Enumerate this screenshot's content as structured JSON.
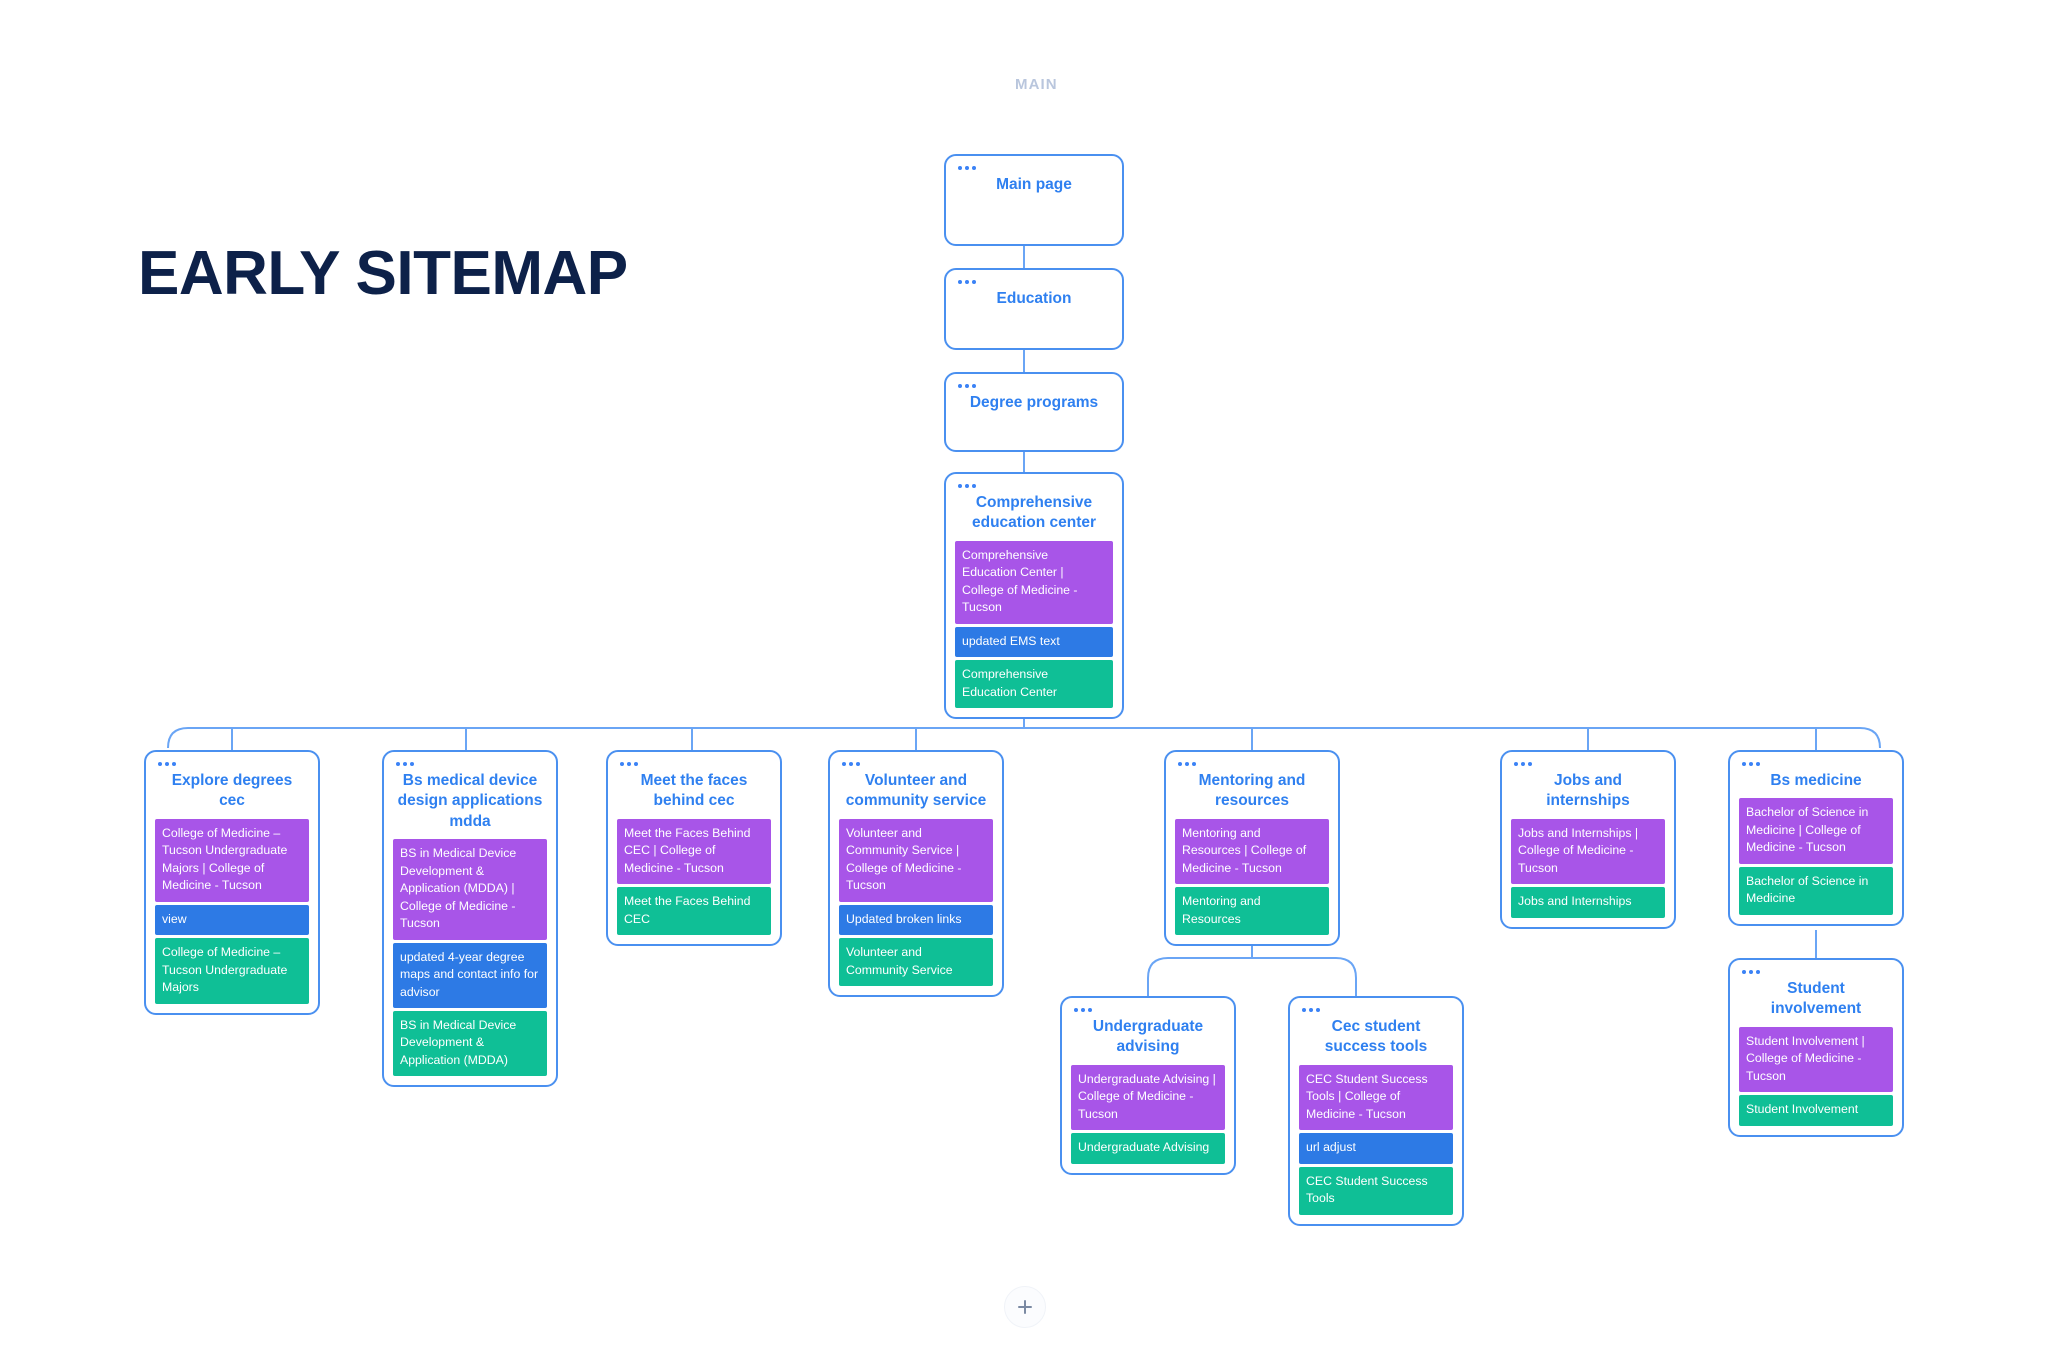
{
  "section_label": "MAIN",
  "page_title": "EARLY SITEMAP",
  "colors": {
    "node_border": "#4a90f0",
    "node_title": "#2f80f0",
    "purple": "#a855e8",
    "blue": "#2d7ae5",
    "green": "#0fbf96",
    "title": "#0d2149",
    "section_label": "#b9c6dd"
  },
  "add_button": {
    "label": "+"
  },
  "nodes": {
    "main_page": {
      "title": "Main page",
      "sections": []
    },
    "education": {
      "title": "Education",
      "sections": []
    },
    "degree": {
      "title": "Degree programs",
      "sections": []
    },
    "cec": {
      "title": "Comprehensive education center",
      "sections": [
        {
          "color": "purple",
          "text": "Comprehensive Education Center | College of Medicine - Tucson"
        },
        {
          "color": "blue",
          "text": "updated EMS text"
        },
        {
          "color": "green",
          "text": "Comprehensive Education Center"
        }
      ]
    },
    "explore_degrees": {
      "title": "Explore degrees cec",
      "sections": [
        {
          "color": "purple",
          "text": "College of Medicine – Tucson Undergraduate Majors | College of Medicine - Tucson"
        },
        {
          "color": "blue",
          "text": "view"
        },
        {
          "color": "green",
          "text": "College of Medicine – Tucson Undergraduate Majors"
        }
      ]
    },
    "mdda": {
      "title": "Bs medical device design applications mdda",
      "sections": [
        {
          "color": "purple",
          "text": "BS in Medical Device Development & Application (MDDA) | College of Medicine - Tucson"
        },
        {
          "color": "blue",
          "text": "updated 4-year degree maps and contact info for advisor"
        },
        {
          "color": "green",
          "text": "BS in Medical Device Development & Application (MDDA)"
        }
      ]
    },
    "faces": {
      "title": "Meet the faces behind cec",
      "sections": [
        {
          "color": "purple",
          "text": "Meet the Faces Behind CEC | College of Medicine - Tucson"
        },
        {
          "color": "green",
          "text": "Meet the Faces Behind CEC"
        }
      ]
    },
    "volunteer": {
      "title": "Volunteer and community service",
      "sections": [
        {
          "color": "purple",
          "text": "Volunteer and Community Service | College of Medicine - Tucson"
        },
        {
          "color": "blue",
          "text": "Updated broken links"
        },
        {
          "color": "green",
          "text": "Volunteer and Community Service"
        }
      ]
    },
    "mentoring": {
      "title": "Mentoring and resources",
      "sections": [
        {
          "color": "purple",
          "text": "Mentoring and Resources | College of Medicine - Tucson"
        },
        {
          "color": "green",
          "text": "Mentoring and Resources"
        }
      ]
    },
    "jobs": {
      "title": "Jobs and internships",
      "sections": [
        {
          "color": "purple",
          "text": "Jobs and Internships | College of Medicine - Tucson"
        },
        {
          "color": "green",
          "text": "Jobs and Internships"
        }
      ]
    },
    "bs_medicine": {
      "title": "Bs medicine",
      "sections": [
        {
          "color": "purple",
          "text": "Bachelor of Science in Medicine | College of Medicine - Tucson"
        },
        {
          "color": "green",
          "text": "Bachelor of Science in Medicine"
        }
      ]
    },
    "student_involvement": {
      "title": "Student involvement",
      "sections": [
        {
          "color": "purple",
          "text": "Student Involvement | College of Medicine - Tucson"
        },
        {
          "color": "green",
          "text": "Student Involvement"
        }
      ]
    },
    "undergrad_advising": {
      "title": "Undergraduate advising",
      "sections": [
        {
          "color": "purple",
          "text": "Undergraduate Advising | College of Medicine - Tucson"
        },
        {
          "color": "green",
          "text": "Undergraduate Advising"
        }
      ]
    },
    "student_success": {
      "title": "Cec student success tools",
      "sections": [
        {
          "color": "purple",
          "text": "CEC Student Success Tools | College of Medicine - Tucson"
        },
        {
          "color": "blue",
          "text": "url adjust"
        },
        {
          "color": "green",
          "text": "CEC Student Success Tools"
        }
      ]
    }
  }
}
